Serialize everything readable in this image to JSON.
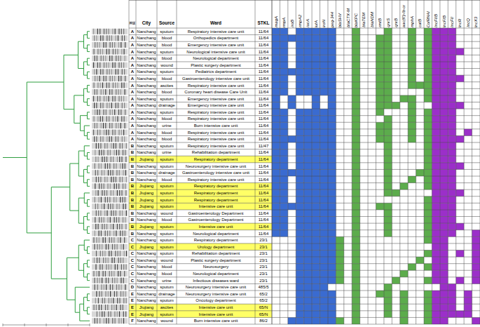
{
  "diagram": {
    "labels": [
      "PFGE",
      "City",
      "Source",
      "Ward",
      "STKL",
      "magA",
      "rmpA",
      "iroB",
      "rmpA2",
      "iucA",
      "iutA",
      "iroN",
      "peg-344",
      "blaSHV",
      "blaCTX-M",
      "blaKPC",
      "blaTEM",
      "blaNDM",
      "rmtB",
      "qnrS",
      "qnrB",
      "aac(6')-Ib-cr",
      "mphA",
      "catB",
      "ColRNAI",
      "IncFIIB",
      "IncFIB",
      "IncFII",
      "IncR",
      "IncQ",
      "IncX3",
      "A",
      "Nanchang",
      "sputum",
      "Respiratory intensive care unit",
      "11/64",
      "A",
      "Nanchang",
      "blood",
      "Orthopedics department",
      "11/64",
      "A",
      "Nanchang",
      "blood",
      "Emergency intensive care unit",
      "11/64",
      "A",
      "Nanchang",
      "sputum",
      "Neurological intensive care unit",
      "11/64",
      "A",
      "Nanchang",
      "blood",
      "Neurological department",
      "11/64",
      "A",
      "Nanchang",
      "wound",
      "Plastic surgery department",
      "11/64",
      "A",
      "Nanchang",
      "sputum",
      "Pediatrics department",
      "11/64",
      "A",
      "Nanchang",
      "blood",
      "Gastroenterology intensive care unit",
      "11/64",
      "A",
      "Nanchang",
      "ascites",
      "Respiratory intensive care unit",
      "11/64",
      "A",
      "Nanchang",
      "blood",
      "Coronary heart disease Care Unit",
      "11/64",
      "A",
      "Nanchang",
      "sputum",
      "Emergency intensive care unit",
      "11/64",
      "A",
      "Nanchang",
      "drainage",
      "Emergency intensive care unit",
      "11/64",
      "A",
      "Nanchang",
      "sputum",
      "Respiratory intensive care unit",
      "11/64",
      "A",
      "Nanchang",
      "blood",
      "Respiratory intensive care unit",
      "11/64",
      "A",
      "Nanchang",
      "urine",
      "Burn intensive care unit",
      "11/64",
      "A",
      "Nanchang",
      "blood",
      "Respiratory intensive care unit",
      "11/64",
      "A",
      "Nanchang",
      "blood",
      "Respiratory intensive care unit",
      "11/64",
      "B",
      "Nanchang",
      "sputum",
      "Respiratory intensive care unit",
      "11/47",
      "B",
      "Nanchang",
      "urine",
      "Rehabilitation department",
      "11/64",
      "B",
      "Jiujiang",
      "sputum",
      "Respiratory department",
      "11/64",
      "B",
      "Nanchang",
      "sputum",
      "Neurosurgery intensive care unit",
      "11/64",
      "B",
      "Nanchang",
      "drainage",
      "Gastroenterology intensive care unit",
      "11/64",
      "B",
      "Nanchang",
      "blood",
      "Respiratory intensive care unit",
      "11/64",
      "B",
      "Jiujiang",
      "sputum",
      "Respiratory department",
      "11/64",
      "B",
      "Jiujiang",
      "sputum",
      "Respiratory department",
      "11/64",
      "B",
      "Jiujiang",
      "sputum",
      "Respiratory department",
      "11/64",
      "B",
      "Jiujiang",
      "sputum",
      "Intensive care unit",
      "11/64",
      "B",
      "Nanchang",
      "wound",
      "Gastroenterology Department",
      "11/64",
      "B",
      "Nanchang",
      "blood",
      "Gastroenterology Department",
      "11/64",
      "B",
      "Jiujiang",
      "sputum",
      "Intensive care unit",
      "11/64",
      "B",
      "Nanchang",
      "sputum",
      "Neurological department",
      "11/64",
      "C",
      "Nanchang",
      "sputum",
      "Respiratory department",
      "23/1",
      "C",
      "Jiujiang",
      "sputum",
      "Urology department",
      "23/1",
      "C",
      "Nanchang",
      "sputum",
      "Rehabilitation department",
      "23/1",
      "C",
      "Nanchang",
      "wound",
      "Plastic surgery department",
      "23/1",
      "C",
      "Nanchang",
      "blood",
      "Neurosurgery",
      "23/1",
      "C",
      "Nanchang",
      "blood",
      "Neurological department",
      "23/1",
      "C",
      "Nanchang",
      "urine",
      "Infectious diseases ward",
      "23/1",
      "D",
      "Nanchang",
      "sputum",
      "Neurosurgery intensive care unit",
      "485/5",
      "E",
      "Nanchang",
      "drainage",
      "Neurosurgery intensive care unit",
      "65/2",
      "E",
      "Nanchang",
      "sputum",
      "Oncology department",
      "65/2",
      "E",
      "Jiujiang",
      "ascites",
      "Intensive care unit",
      "65/N",
      "E",
      "Jiujiang",
      "sputum",
      "Intensive care unit",
      "65/N",
      "F",
      "Nanchang",
      "wound",
      "Burn intensive care unit",
      "86/2"
    ]
  }
}
